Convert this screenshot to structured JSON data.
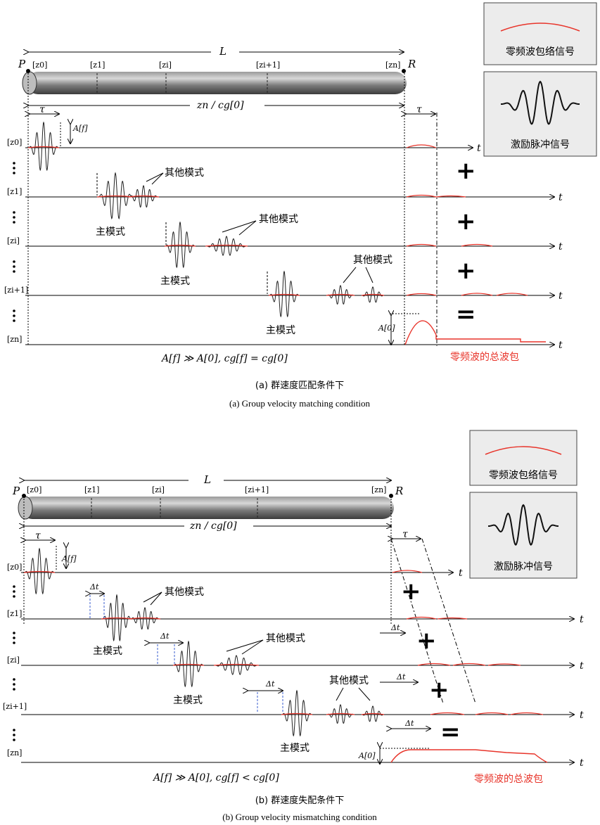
{
  "colors": {
    "accent": "#e8342a",
    "wave": "#222222",
    "guide": "#3a5ccf",
    "legend_bg": "#ececec"
  },
  "legend": {
    "envelope_label": "零频波包络信号",
    "excitation_label": "激励脉冲信号"
  },
  "panel_a": {
    "symbols": {
      "L": "L",
      "P": "P",
      "R": "R",
      "tau": "τ",
      "t": "t",
      "A_f": "A[f]",
      "A_0": "A[0]",
      "zn_cg": "zn / cg[0]"
    },
    "positions": [
      "[z0]",
      "[z1]",
      "[zi]",
      "[zi+1]",
      "[zn]"
    ],
    "other_modes": "其他模式",
    "main_mode": "主模式",
    "ops": [
      "+",
      "+",
      "+",
      "="
    ],
    "equation": "A[f] ≫ A[0], cg[f] = cg[0]",
    "total_label": "零频波的总波包",
    "caption_cn": "(a) 群速度匹配条件下",
    "caption_en": "(a) Group velocity matching condition"
  },
  "panel_b": {
    "symbols": {
      "L": "L",
      "P": "P",
      "R": "R",
      "tau": "τ",
      "t": "t",
      "dt": "Δt",
      "A_f": "A[f]",
      "A_0": "A[0]",
      "zn_cg": "zn / cg[0]"
    },
    "positions": [
      "[z0]",
      "[z1]",
      "[zi]",
      "[zi+1]",
      "[zn]"
    ],
    "other_modes": "其他模式",
    "main_mode": "主模式",
    "ops": [
      "+",
      "+",
      "+",
      "="
    ],
    "equation": "A[f] ≫ A[0], cg[f] < cg[0]",
    "total_label": "零频波的总波包",
    "caption_cn": "(b) 群速度失配条件下",
    "caption_en": "(b) Group velocity mismatching condition"
  }
}
